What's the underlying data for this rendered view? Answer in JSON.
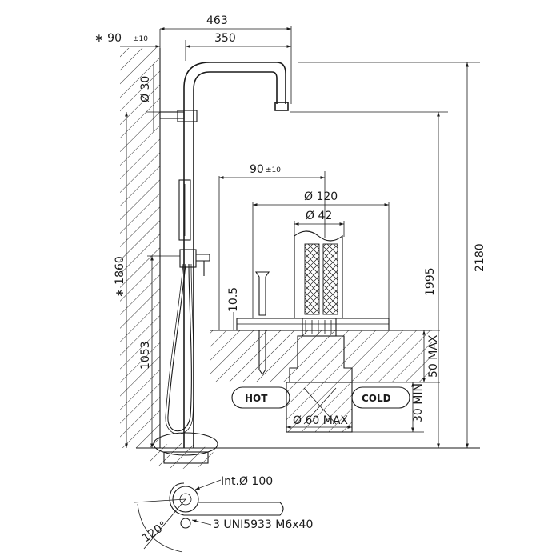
{
  "dimensions": {
    "total_width": "463",
    "spout_reach": "350",
    "wall_offset_top": "∗ 90",
    "wall_offset_top_tol": "±10",
    "pipe_diameter": "Ø 30",
    "total_height": "2180",
    "spout_height": "1995",
    "column_height": "∗ 1860",
    "mixer_height": "1053",
    "detail_offset": "90",
    "detail_offset_tol": "±10",
    "flange_diameter": "Ø 120",
    "sleeve_diameter": "Ø 42",
    "flange_thickness": "10.5",
    "box_depth_max": "50 MAX",
    "box_depth_min": "30 MIN",
    "box_diameter_max": "Ø 60 MAX",
    "base_internal_diameter": "Int.Ø 100",
    "base_screws": "3  UNI5933  M6x40",
    "base_angle": "120°"
  },
  "labels": {
    "hot": "HOT",
    "cold": "COLD"
  }
}
